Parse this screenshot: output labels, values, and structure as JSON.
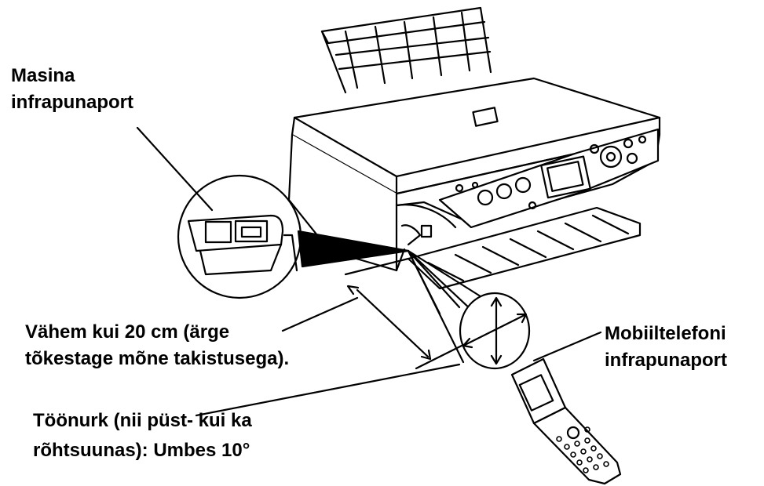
{
  "labels": {
    "machine_port": [
      "Masina",
      "infrapunaport"
    ],
    "distance": [
      "Vähem kui 20 cm (ärge",
      "tõkestage mõne takistusega)."
    ],
    "phone_port": [
      "Mobiiltelefoni",
      "infrapunaport"
    ],
    "angle": [
      "Töönurk (nii püst- kui ka",
      "rõhtsuunas): Umbes 10°"
    ]
  },
  "icons": [
    "printer-illustration",
    "mobile-phone-illustration",
    "magnifier-circle",
    "infrared-cone",
    "direction-arrows"
  ],
  "colors": {
    "ink": "#000000",
    "background": "#ffffff"
  }
}
